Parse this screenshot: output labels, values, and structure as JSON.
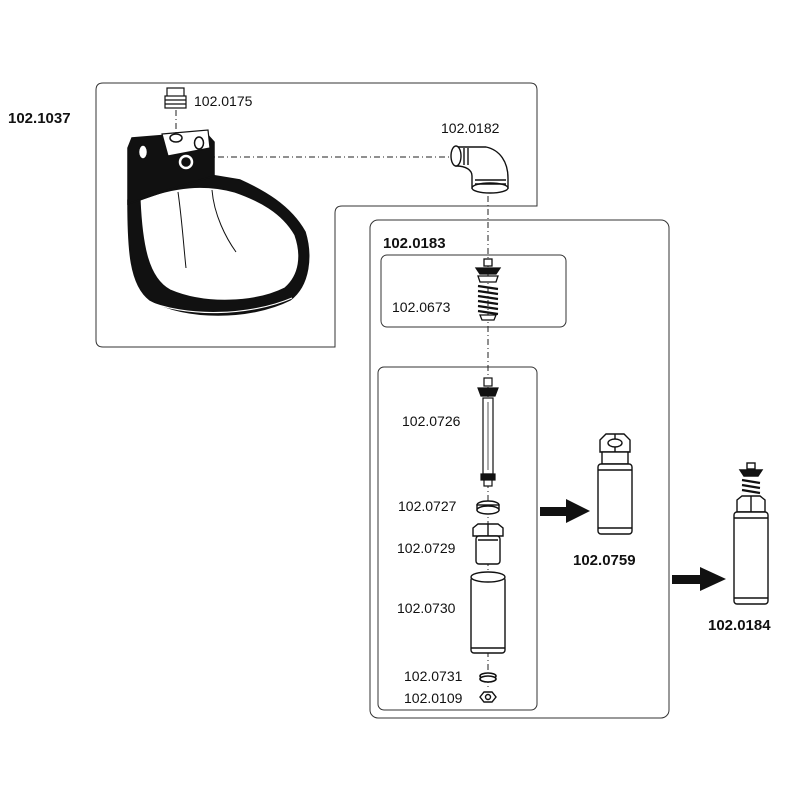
{
  "assembly": {
    "bowl_part": "102.1037",
    "valve_assembly": "102.0183",
    "sub_assembly": "102.0759",
    "complete_valve": "102.0184"
  },
  "parts": {
    "plug": "102.0175",
    "elbow": "102.0182",
    "spring": "102.0673",
    "pin": "102.0726",
    "washer": "102.0727",
    "nut": "102.0729",
    "sleeve": "102.0730",
    "ring": "102.0731",
    "hex_nut": "102.0109"
  },
  "colors": {
    "stroke": "#111111",
    "fill_dark": "#111111",
    "fill_light": "#ffffff"
  }
}
